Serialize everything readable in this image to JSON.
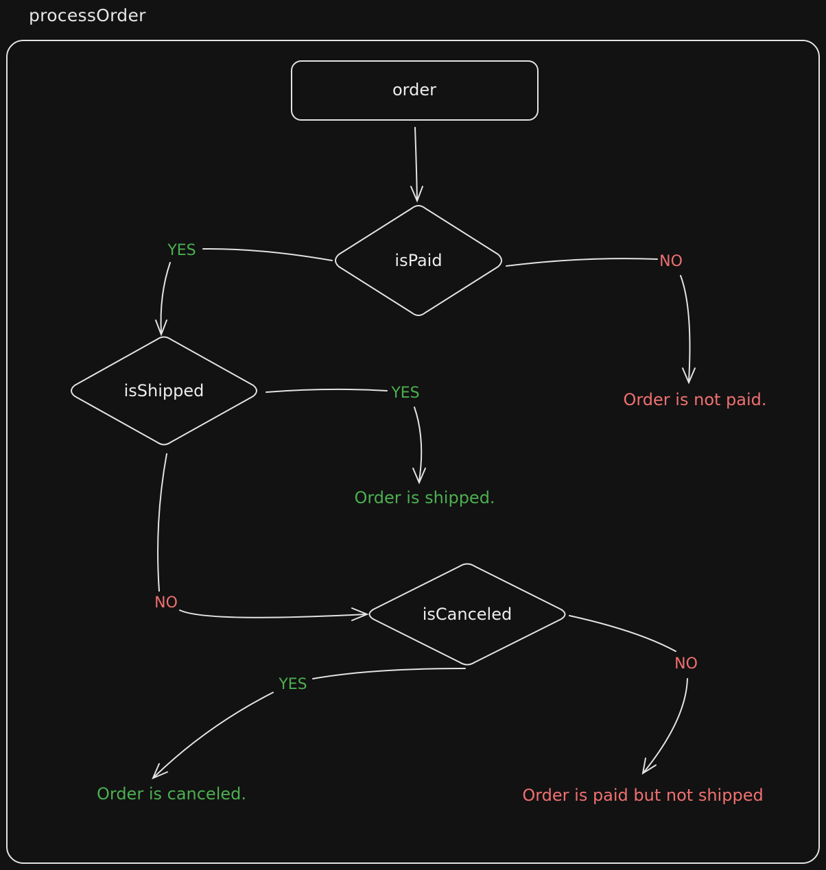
{
  "diagram": {
    "title": "processOrder",
    "colors": {
      "yes": "#4caf50",
      "no": "#f07070",
      "stroke": "#e4e4e4",
      "text": "#ececec",
      "background": "#121212"
    },
    "nodes": {
      "order": "order",
      "is_paid": "isPaid",
      "is_shipped": "isShipped",
      "is_canceled": "isCanceled"
    },
    "edges": {
      "is_paid_yes": "YES",
      "is_paid_no": "NO",
      "is_shipped_yes": "YES",
      "is_shipped_no": "NO",
      "is_canceled_yes": "YES",
      "is_canceled_no": "NO"
    },
    "outcomes": {
      "not_paid": "Order is not paid.",
      "shipped": "Order is shipped.",
      "canceled": "Order is canceled.",
      "paid_not_shipped": "Order is paid but not shipped"
    }
  }
}
